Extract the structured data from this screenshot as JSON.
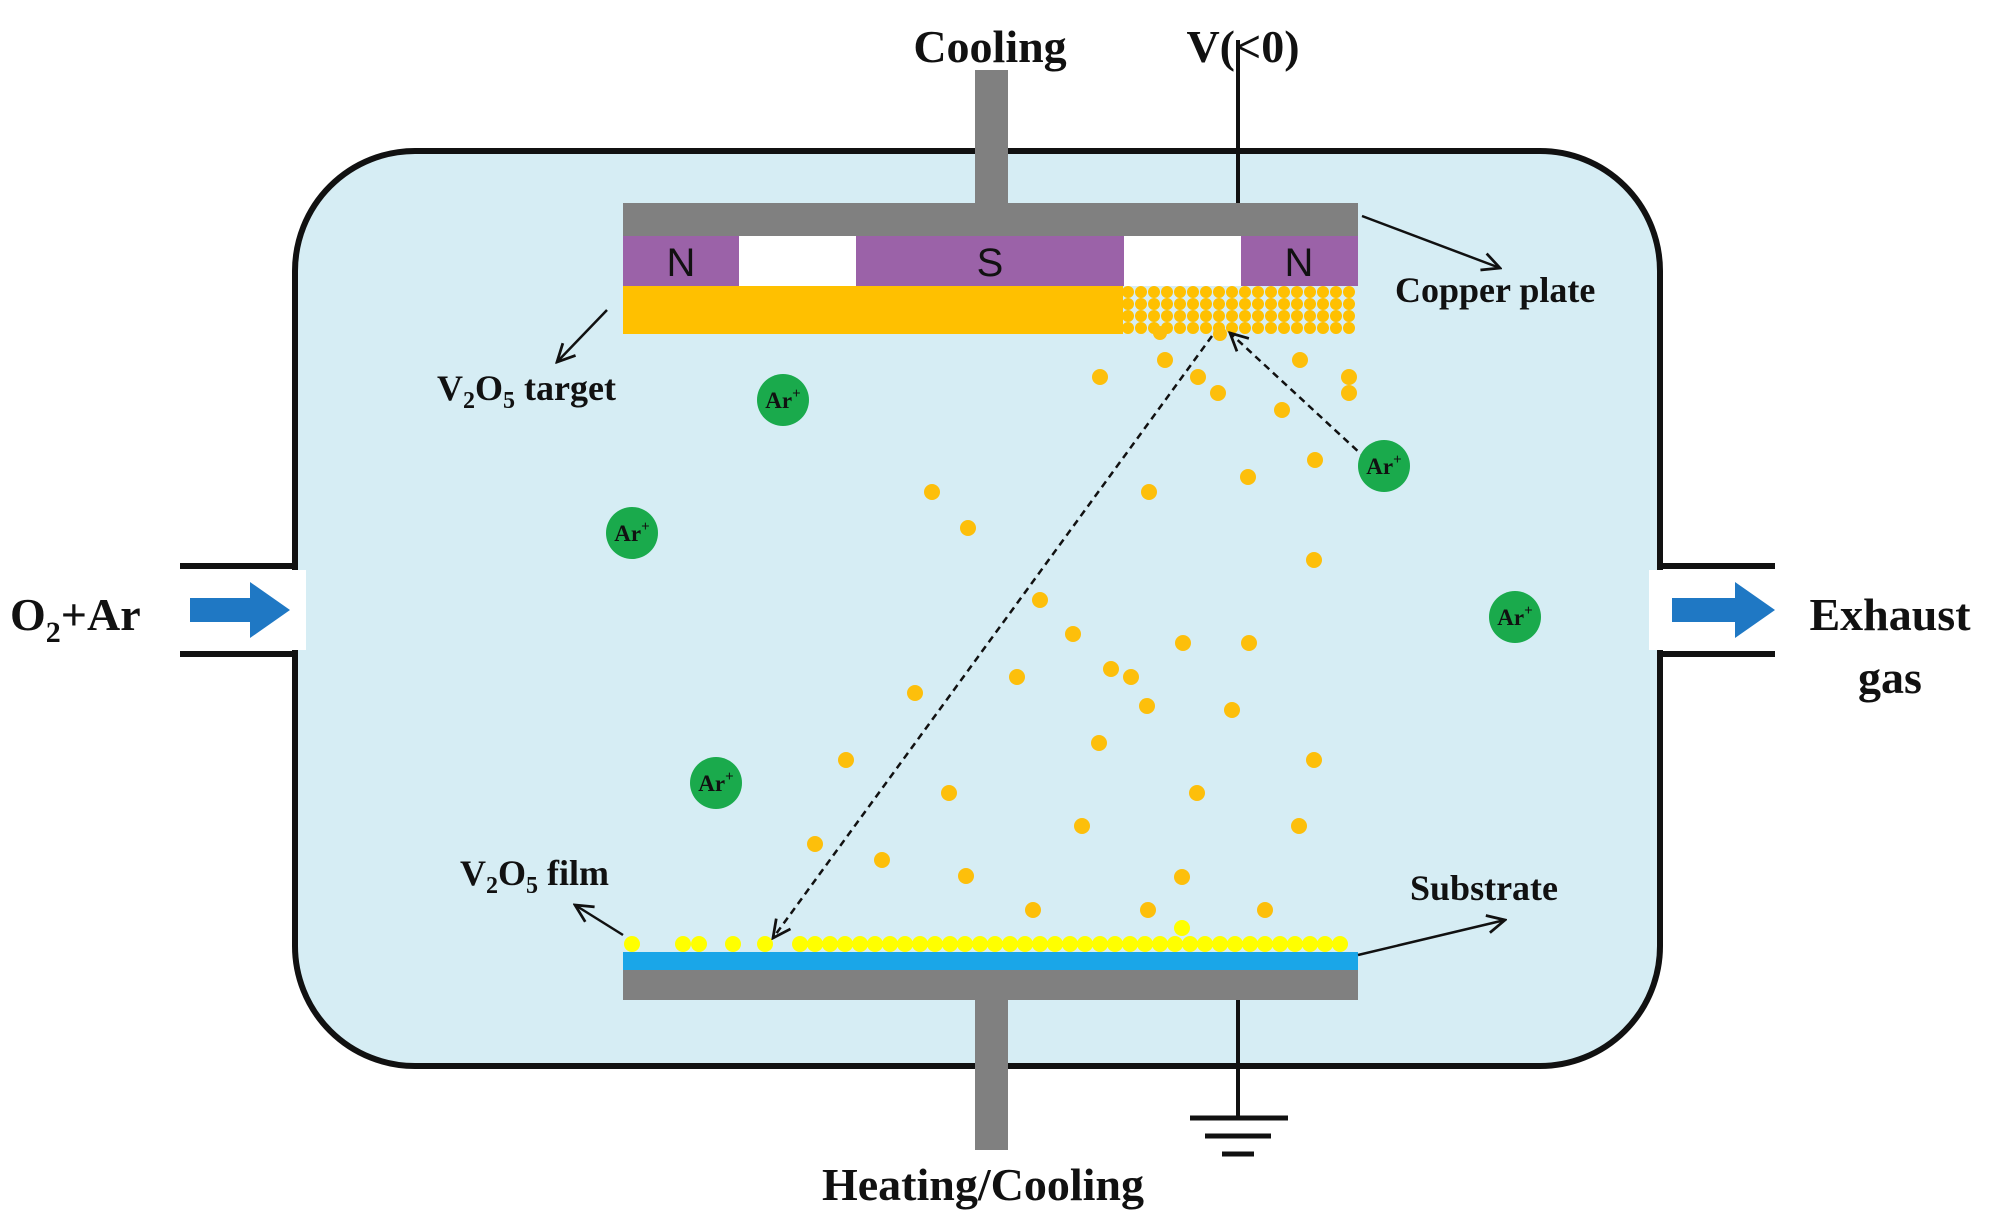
{
  "labels": {
    "cooling": "Cooling",
    "voltage": "V(<0)",
    "copper_plate": "Copper plate",
    "target_prefix": "V",
    "target_sub1": "2",
    "target_mid": "O",
    "target_sub2": "5",
    "target_suffix": " target",
    "film_prefix": "V",
    "film_sub1": "2",
    "film_mid": "O",
    "film_sub2": "5",
    "film_suffix": " film",
    "substrate": "Substrate",
    "inlet_prefix": "O",
    "inlet_sub": "2",
    "inlet_suffix": "+Ar",
    "exhaust_line1": "Exhaust",
    "exhaust_line2": "gas",
    "heating_cooling": "Heating/Cooling"
  },
  "magnets": {
    "left": "N",
    "center": "S",
    "right": "N"
  },
  "ion_label": "Ar",
  "ion_charge": "+",
  "colors": {
    "chamber_fill": "#d6edf4",
    "plate_gray": "#808080",
    "magnet_purple": "#9b62a8",
    "target_orange": "#ffc000",
    "particle": "#fdbf0b",
    "film_yellow": "#ffff00",
    "substrate_blue": "#1aa6e8",
    "ion_green": "#1aaa4c",
    "arrow_blue": "#1f78c4"
  }
}
